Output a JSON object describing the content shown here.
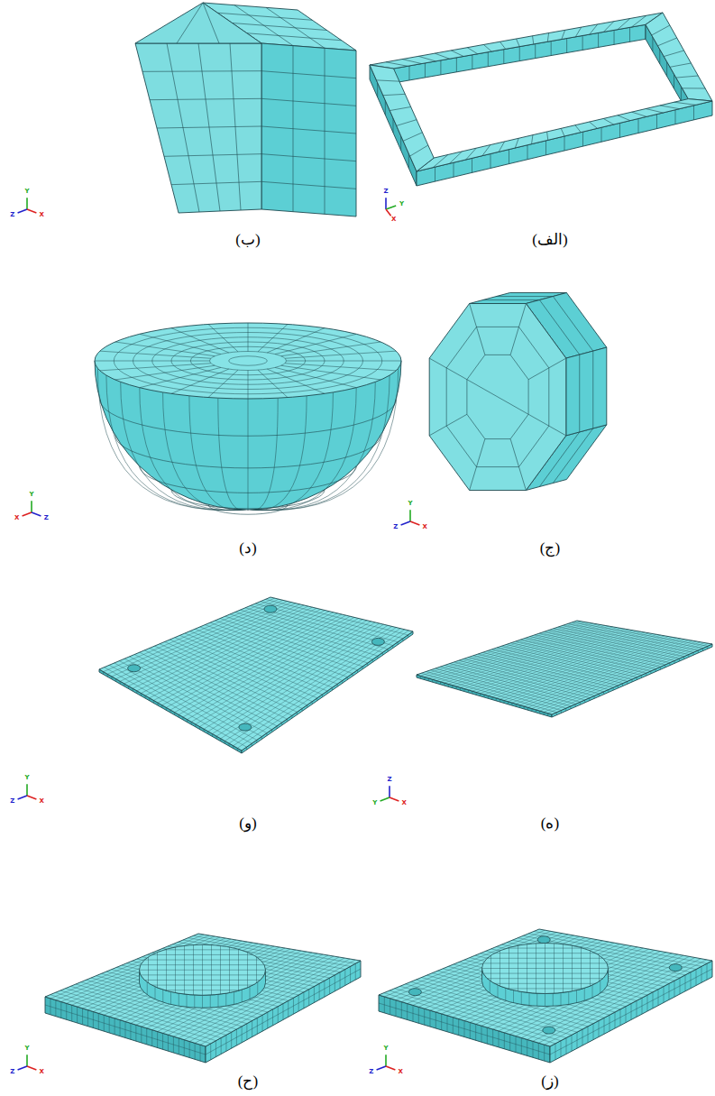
{
  "diagram": {
    "labels": [
      "(الف)",
      "Z",
      "Y",
      "X",
      "(ب)",
      "Y",
      "Z",
      "X",
      "(ج)",
      "Y",
      "Z",
      "X",
      "(د)",
      "Y",
      "X",
      "Z",
      "(ه)",
      "Z",
      "Y",
      "X",
      "(و)",
      "Y",
      "Z",
      "X",
      "(ز)",
      "Y",
      "Z",
      "X",
      "(ح)",
      "Y",
      "Z",
      "X"
    ]
  }
}
